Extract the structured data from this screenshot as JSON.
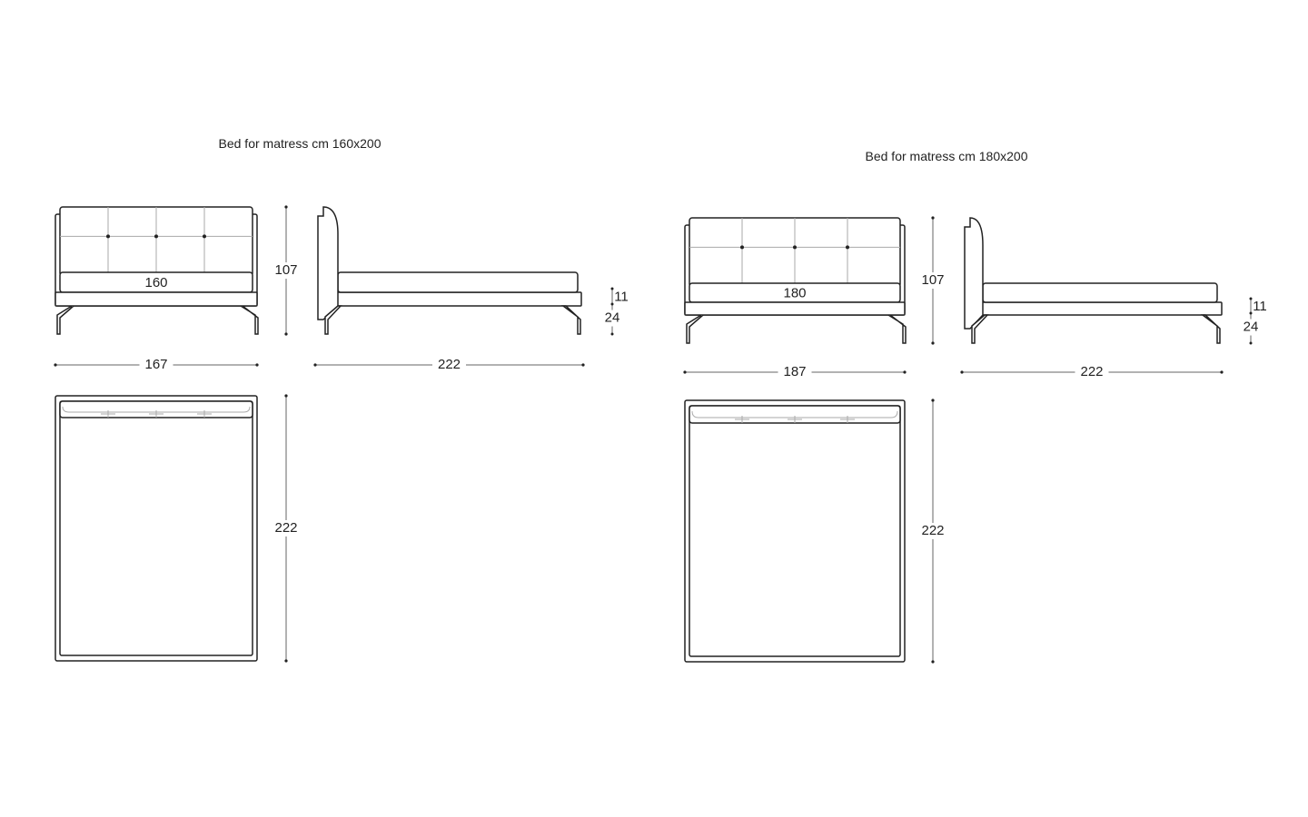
{
  "drawings": [
    {
      "title": "Bed for matress cm 160x200",
      "front": {
        "mattress_width": "160",
        "height": "107",
        "total_width": "167"
      },
      "side": {
        "length": "222",
        "base_height": "11",
        "leg_height": "24"
      },
      "top": {
        "length": "222"
      }
    },
    {
      "title": "Bed for matress cm 180x200",
      "front": {
        "mattress_width": "180",
        "height": "107",
        "total_width": "187"
      },
      "side": {
        "length": "222",
        "base_height": "11",
        "leg_height": "24"
      },
      "top": {
        "length": "222"
      }
    }
  ]
}
